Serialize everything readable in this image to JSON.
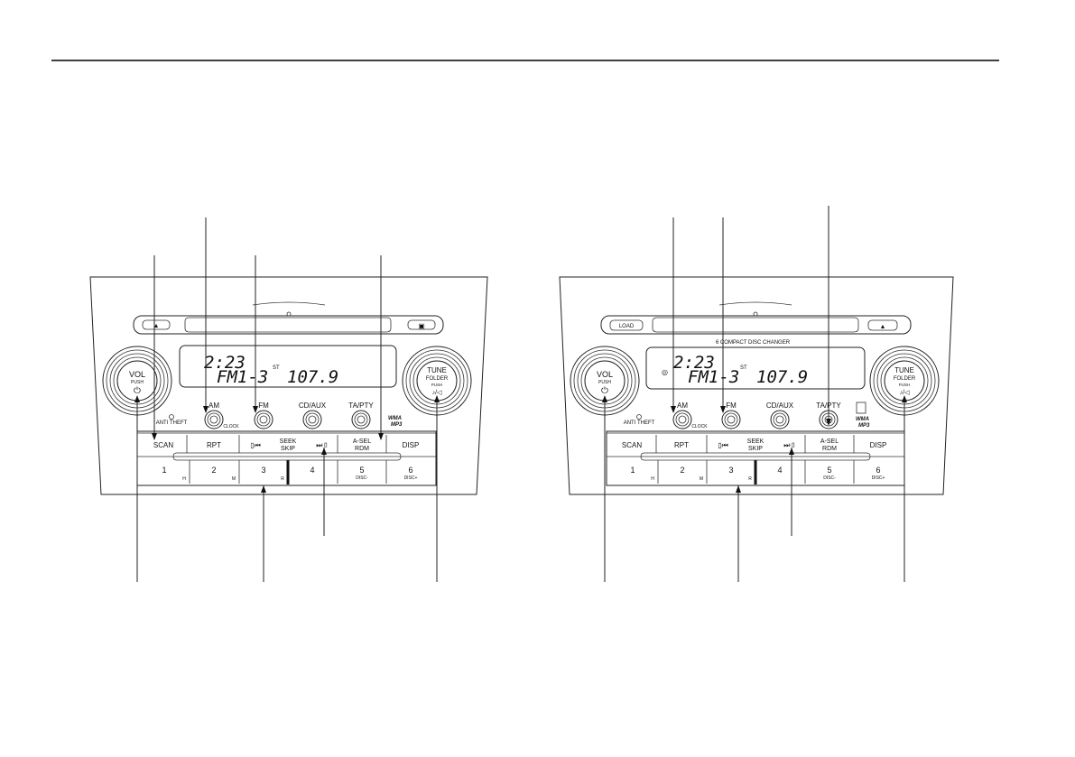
{
  "units": [
    {
      "clock": "2:23",
      "band": "FM1-3",
      "stereo": "ST",
      "frequency": "107.9",
      "changer_label": "",
      "load_label": "",
      "vol": {
        "title": "VOL",
        "push": "PUSH",
        "power": "⏻"
      },
      "tune": {
        "title": "TUNE",
        "sub": "FOLDER",
        "push": "PUSH",
        "icon": "♪/◁"
      },
      "anti_theft": "ANTI THEFT",
      "knobs": [
        {
          "label": "AM",
          "sub": "CLOCK"
        },
        {
          "label": "FM",
          "sub": ""
        },
        {
          "label": "CD/AUX",
          "sub": ""
        },
        {
          "label": "TA/PTY",
          "sub": ""
        }
      ],
      "badge": {
        "a": "WMA",
        "b": "MP3"
      },
      "row1": [
        "SCAN",
        "RPT",
        "SEEK",
        "SKIP",
        "A-SEL",
        "RDM",
        "DISP"
      ],
      "presets": [
        {
          "num": "1",
          "sub": "H"
        },
        {
          "num": "2",
          "sub": "M"
        },
        {
          "num": "3",
          "sub": "R"
        },
        {
          "num": "4",
          "sub": ""
        },
        {
          "num": "5",
          "sub": "DISC-"
        },
        {
          "num": "6",
          "sub": "DISC+"
        }
      ]
    },
    {
      "clock": "2:23",
      "band": "FM1-3",
      "stereo": "ST",
      "frequency": "107.9",
      "changer_label": "6 COMPACT DISC CHANGER",
      "load_label": "LOAD",
      "vol": {
        "title": "VOL",
        "push": "PUSH",
        "power": "⏻"
      },
      "tune": {
        "title": "TUNE",
        "sub": "FOLDER",
        "push": "PUSH",
        "icon": "♪/◁"
      },
      "anti_theft": "ANTI THEFT",
      "knobs": [
        {
          "label": "AM",
          "sub": "CLOCK"
        },
        {
          "label": "FM",
          "sub": ""
        },
        {
          "label": "CD/AUX",
          "sub": ""
        },
        {
          "label": "TA/PTY",
          "sub": ""
        }
      ],
      "badge": {
        "a": "WMA",
        "b": "MP3"
      },
      "row1": [
        "SCAN",
        "RPT",
        "SEEK",
        "SKIP",
        "A-SEL",
        "RDM",
        "DISP"
      ],
      "presets": [
        {
          "num": "1",
          "sub": "H"
        },
        {
          "num": "2",
          "sub": "M"
        },
        {
          "num": "3",
          "sub": "R"
        },
        {
          "num": "4",
          "sub": ""
        },
        {
          "num": "5",
          "sub": "DISC-"
        },
        {
          "num": "6",
          "sub": "DISC+"
        }
      ]
    }
  ],
  "colors": {
    "ink": "#111111",
    "panel": "#ffffff",
    "rule": "#000000"
  }
}
